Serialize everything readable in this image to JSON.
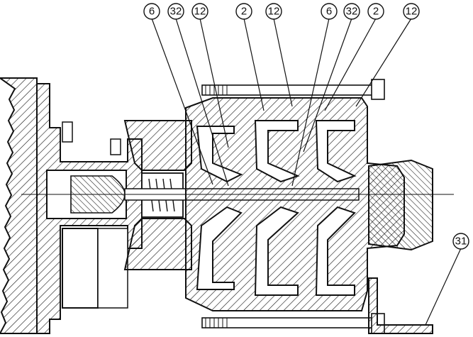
{
  "callouts": [
    {
      "label": "6"
    },
    {
      "label": "32"
    },
    {
      "label": "12"
    },
    {
      "label": "2"
    },
    {
      "label": "12"
    },
    {
      "label": "6"
    },
    {
      "label": "32"
    },
    {
      "label": "2"
    },
    {
      "label": "12"
    },
    {
      "label": "31"
    }
  ],
  "colors": {
    "ink": "#111111",
    "paper": "#ffffff"
  }
}
